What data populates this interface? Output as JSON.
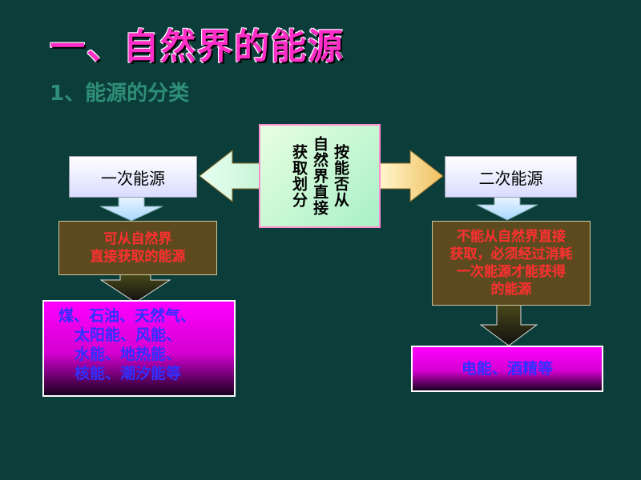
{
  "heading": {
    "title": "一、自然界的能源",
    "subtitle": "1、能源的分类"
  },
  "diagram": {
    "center_lines": [
      "按能否从",
      "自然界直接",
      "获取划分"
    ],
    "primary": {
      "label": "一次能源",
      "definition_lines": [
        "可从自然界",
        "直接获取的能源"
      ],
      "example_lines": [
        "煤、石油、天然气、",
        "太阳能、风能、",
        "水能、地热能、",
        "核能、潮汐能等"
      ]
    },
    "secondary": {
      "label": "二次能源",
      "definition_lines": [
        "不能从自然界直接",
        "获取，必须经过消耗",
        "一次能源才能获得",
        "的能源"
      ],
      "example_lines": [
        "电能、酒精等"
      ]
    }
  },
  "colors": {
    "background": "#0b3d3b",
    "title": "#ff2ec8",
    "subtitle": "#2f8e77",
    "definition_text": "#ff3030",
    "example_text": "#3030ff"
  }
}
